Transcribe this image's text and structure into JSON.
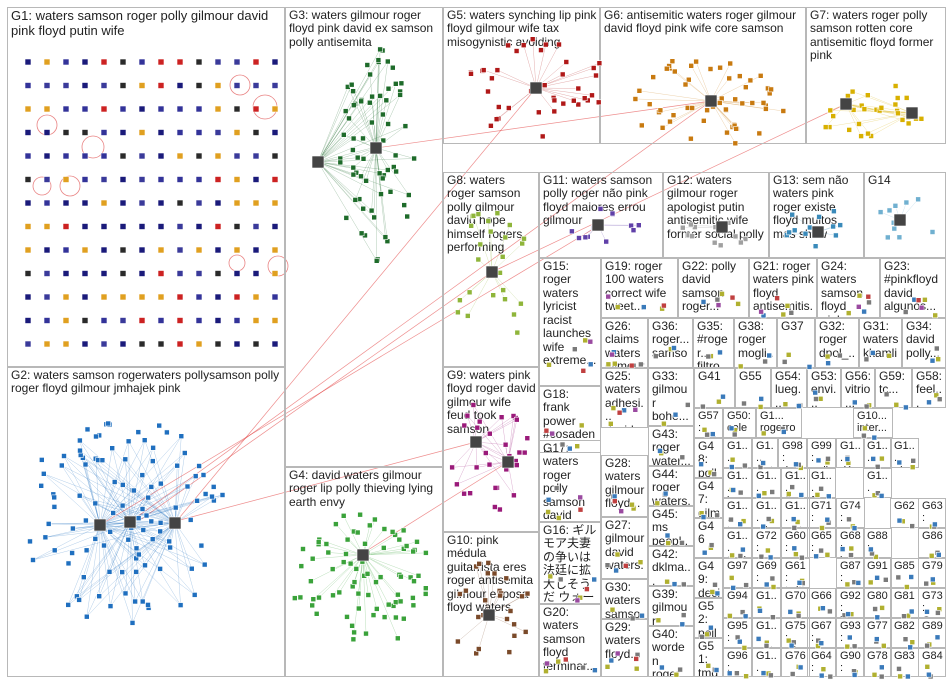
{
  "title": "",
  "groups": {
    "G1": "G1: waters samson roger polly gilmour david pink floyd putin wife",
    "G2": "G2: waters samson rogerwaters pollysamson polly roger floyd gilmour jmhajek pink",
    "G3": "G3: waters gilmour roger floyd pink david ex samson polly antisemita",
    "G4": "G4: david waters gilmour roger lip polly thieving lying earth envy",
    "G5": "G5: waters synching lip pink floyd gilmour wife tax misogynistic avoiding",
    "G6": "G6: antisemitic waters roger gilmour david floyd pink wife core samson",
    "G7": "G7: waters roger polly samson rotten core antisemitic floyd former pink",
    "G8": "G8: waters roger samson polly gilmour david hope himself rogers performing",
    "G9": "G9: waters pink floyd roger david gilmour wife feud took samson",
    "G10": "G10: pink médula guitarrista eres roger antisemita gilmour esposa floyd waters",
    "G11": "G11: waters samson polly roger não pink floyd maiores errou gilmour",
    "G12": "G12: waters gilmour roger apologist putin antisemitic wife former social polly",
    "G13": "G13: sem não waters pink roger existe floyd muitos mas show",
    "G14": "G14",
    "G15": "G15: roger waters lyricist racist launches wife extreme...",
    "G16": "G16: ギルモア夫妻の争いは法廷に拡大しそうだ ウォーター...",
    "G17": "G17: waters roger polly samson david core floyd...",
    "G18": "G18: frank power #cosaden... #lanoticia raw conducen...",
    "G19": "G19: roger 100 waters correct wife tweet...",
    "G20": "G20: waters samson floyd terminar...",
    "G21": "G21: roger waters pink floyd antisemitis...",
    "G22": "G22: polly david samson roger...",
    "G23": "G23: #pinkfloyd david algunos...",
    "G24": "G24: waters samson floyd pink...",
    "G25": "G25: waters adhesi... david...",
    "G26": "G26: claims waters gilmour wife...",
    "G27": "G27: gilmour david waters...",
    "G28": "G28: waters gilmour floyd...",
    "G29": "G29: waters floyd...",
    "G30": "G30: waters samso...",
    "G31": "G31: waters kkamli...",
    "G32": "G32: roger dpol_...",
    "G33": "G33: gilmour bohe...",
    "G34": "G34: david polly...",
    "G35": "G35: #roger... filtro...",
    "G36": "G36: roger... samso...",
    "G37": "G37",
    "G38": "G38: roger mogli...",
    "G39": "G39: gilmour words...",
    "G40": "G40: worden roger...",
    "G41": "G41",
    "G42": "G42: dklma...",
    "G43": "G43: roger water...",
    "G44": "G44: roger waters...",
    "G45": "G45: ms peopl...",
    "G46": "G46",
    "G47": "G47: gilm...",
    "G48": "G48: polly...",
    "G49": "G49: decir...",
    "G50": "G50: colega...",
    "G51": "G51: tmdq...",
    "G52": "G52: polly...",
    "G53": "G53: envi...",
    "G54": "G54: lueg...",
    "G55": "G55",
    "G56": "G56: vitrio...",
    "G57": "G57: wish",
    "G58": "G58: feel...",
    "G59": "G59: tc...",
    "G60": "G60: wat...",
    "G61": "G61: twitt...",
    "G62": "G62",
    "G63": "G63: ros...",
    "G64": "G64: rogersan...",
    "G65": "G65: mus...",
    "G66": "G66",
    "G67": "G67: res...",
    "G68": "G68: inter...",
    "G69": "G69: wat...",
    "G70": "G70",
    "G71": "G71: roger...",
    "G72": "G72: son...",
    "G73": "G73: G...",
    "G74": "G74: roc...",
    "G75": "G75: gil...",
    "G76": "G76",
    "G77": "G77",
    "G78": "G78",
    "G79": "G79",
    "G80": "G80",
    "G81": "G81",
    "G82": "G82",
    "G83": "G83",
    "G84": "G84",
    "G85": "G85",
    "G86": "G86",
    "G87": "G87: ma...",
    "G88": "G88: wr...",
    "G89": "G89",
    "G90": "G90: rogersan...",
    "G91": "G91",
    "G92": "G92: hyp...",
    "G93": "G93: wat...",
    "G94": "G94",
    "G95": "G95: wat...",
    "G96": "G96: wat...",
    "G97": "G97",
    "G98": "G98: dav...",
    "G99": "G99: poll...",
    "G100": "G1...",
    "G101": "G1... isra...",
    "G102": "G1... #ro...",
    "G103": "G1... floy...",
    "G104": "G1... rog...",
    "G105": "G1... twe...",
    "G106": "G1... mic...",
    "G107": "G1... wat...",
    "G108": "G1... trad...",
    "G109": "G1... wat...",
    "G110": "G1... floy...",
    "G111": "G1... wat...",
    "G112": "G1... wat...",
    "G113": "G1... wat...",
    "G114": "G1... dáv...",
    "G115": "G1... séi...",
    "G116": "G1... pic...",
    "G117": "G1... rogerrog...",
    "G118": "G10... inter..."
  }
}
